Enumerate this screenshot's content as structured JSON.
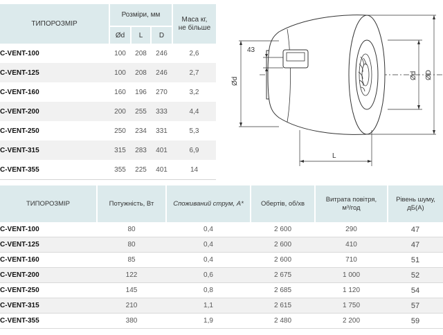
{
  "dims_table": {
    "header_model": "ТИПОРОЗМІР",
    "header_sizes": "Розміри, мм",
    "header_mass_line1": "Маса кг,",
    "header_mass_line2": "не більше",
    "sub_d": "Ød",
    "sub_L": "L",
    "sub_D": "D",
    "rows": [
      {
        "model": "C-VENT-100",
        "d": "100",
        "L": "208",
        "D": "246",
        "mass": "2,6"
      },
      {
        "model": "C-VENT-125",
        "d": "100",
        "L": "208",
        "D": "246",
        "mass": "2,7"
      },
      {
        "model": "C-VENT-160",
        "d": "160",
        "L": "196",
        "D": "270",
        "mass": "3,2"
      },
      {
        "model": "C-VENT-200",
        "d": "200",
        "L": "255",
        "D": "333",
        "mass": "4,4"
      },
      {
        "model": "C-VENT-250",
        "d": "250",
        "L": "234",
        "D": "331",
        "mass": "5,3"
      },
      {
        "model": "C-VENT-315",
        "d": "315",
        "L": "283",
        "D": "401",
        "mass": "6,9"
      },
      {
        "model": "C-VENT-355",
        "d": "355",
        "L": "225",
        "D": "401",
        "mass": "14"
      }
    ]
  },
  "drawing": {
    "label_43": "43",
    "label_d": "Ød",
    "label_D": "ØD",
    "label_L": "L"
  },
  "perf_table": {
    "headers": {
      "model": "ТИПОРОЗМІР",
      "power": "Потужність, Вт",
      "current": "Споживаний струм, А*",
      "speed": "Обертів, об/хв",
      "airflow_line1": "Витрата повітря,",
      "airflow_line2": "м³/год",
      "noise_line1": "Рівень шуму,",
      "noise_line2": "дБ(А)"
    },
    "rows": [
      {
        "model": "C-VENT-100",
        "power": "80",
        "current": "0,4",
        "speed": "2 600",
        "airflow": "290",
        "noise": "47"
      },
      {
        "model": "C-VENT-125",
        "power": "80",
        "current": "0,4",
        "speed": "2 600",
        "airflow": "410",
        "noise": "47"
      },
      {
        "model": "C-VENT-160",
        "power": "85",
        "current": "0,4",
        "speed": "2 600",
        "airflow": "710",
        "noise": "51"
      },
      {
        "model": "C-VENT-200",
        "power": "122",
        "current": "0,6",
        "speed": "2 675",
        "airflow": "1 000",
        "noise": "52"
      },
      {
        "model": "C-VENT-250",
        "power": "145",
        "current": "0,8",
        "speed": "2 685",
        "airflow": "1 120",
        "noise": "54"
      },
      {
        "model": "C-VENT-315",
        "power": "210",
        "current": "1,1",
        "speed": "2 615",
        "airflow": "1 750",
        "noise": "57"
      },
      {
        "model": "C-VENT-355",
        "power": "380",
        "current": "1,9",
        "speed": "2 480",
        "airflow": "2 200",
        "noise": "59"
      }
    ]
  }
}
